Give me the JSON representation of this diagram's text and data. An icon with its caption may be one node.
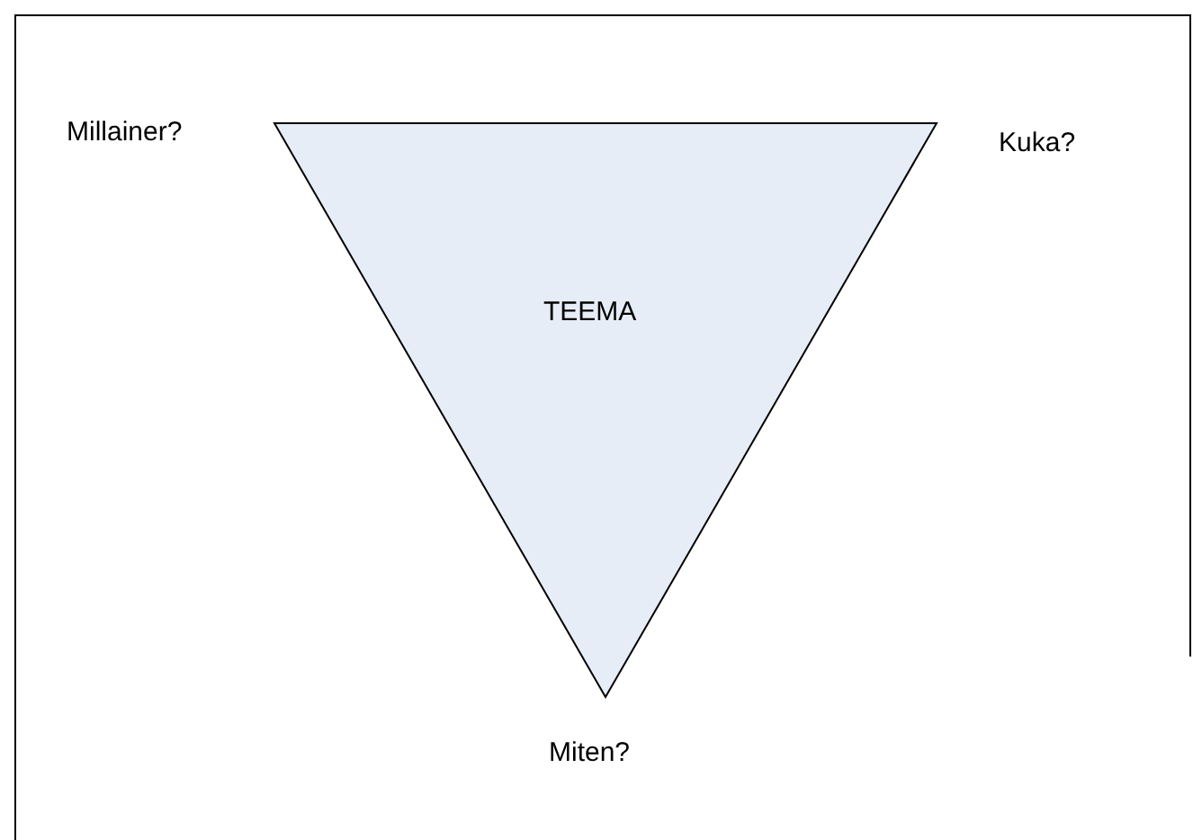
{
  "diagram": {
    "nodes": [
      {
        "text": [
          "TEEMA"
        ]
      }
    ],
    "labels": [
      "Millainer?",
      "Kuka?",
      "Miten?"
    ]
  }
}
